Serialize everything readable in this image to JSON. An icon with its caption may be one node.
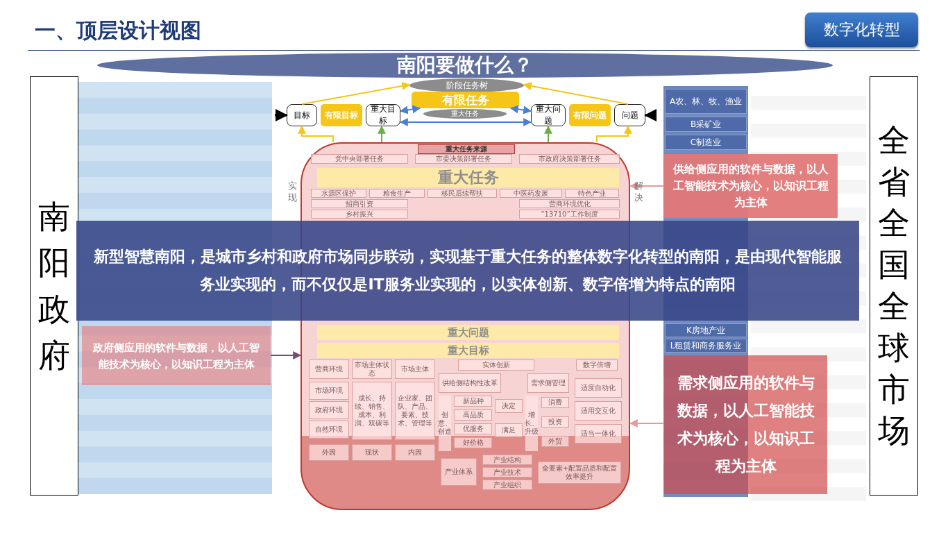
{
  "diagram": {
    "title": "一、顶层设计视图",
    "nodes": [
      {
        "text": [
          "数字化转型"
        ]
      },
      {
        "text": [
          "南阳要做什么？"
        ]
      },
      {
        "text": [
          "南阳政府"
        ]
      },
      {
        "text": [
          "阶段任务树"
        ]
      },
      {
        "text": [
          "有限任务"
        ]
      },
      {
        "text": [
          "重大任务"
        ]
      },
      {
        "text": [
          "目标"
        ]
      },
      {
        "text": [
          "有限目标"
        ]
      },
      {
        "text": [
          "重大目标"
        ]
      },
      {
        "text": [
          "重大问题"
        ]
      },
      {
        "text": [
          "有限问题"
        ]
      },
      {
        "text": [
          "问题"
        ]
      },
      {
        "text": [],
        "shape": "box"
      },
      {
        "text": [
          "重大任务来源"
        ],
        "in": 12
      },
      {
        "text": [
          "重大任务"
        ],
        "in": 12
      },
      {
        "text": [
          "重大问题"
        ],
        "in": 12
      },
      {
        "text": [
          "重大目标"
        ],
        "in": 12
      },
      {
        "text": [
          "供给侧应用的软件与数据，以人工智能技术为核心，以知识工程为主体"
        ]
      },
      {
        "text": [
          "新型智慧南阳，是城市乡村和政府市场同步联动，实现基于重大任务的整体数字化转型的南阳，是由现代智能服务业实现的，而不仅仅是IT服务业实现的，以实体创新、数字倍增为特点的南阳"
        ]
      },
      {
        "text": [
          "政府侧应用的软件与数据，以人工智能技术为核心，以知识工程为主体"
        ]
      },
      {
        "text": [
          "需求侧应用的软件与数据，以人工智能技术为核心，以知识工程为主体"
        ]
      },
      {
        "text": [
          "全省全国全球市场"
        ]
      }
    ],
    "edges": [
      {
        "from": 19,
        "to": 12,
        "arrow": "to",
        "color": "#7a4a78"
      },
      {
        "from": 17,
        "to": 12,
        "arrow": "to",
        "color": "#e89a9a"
      },
      {
        "from": 20,
        "to": 12,
        "arrow": "to",
        "color": "#e89a9a"
      },
      {
        "from": 6,
        "to": 3,
        "arrow": "to"
      },
      {
        "from": 11,
        "to": 3,
        "arrow": "to"
      },
      {
        "from": 8,
        "to": 4,
        "arrow": "both",
        "color": "#4a7fd4"
      },
      {
        "from": 9,
        "to": 4,
        "arrow": "both",
        "color": "#4a7fd4"
      },
      {
        "from": 8,
        "to": 9,
        "arrow": "both",
        "color": "#4a7fd4"
      },
      {
        "from": 12,
        "to": 8,
        "arrow": "to",
        "color": "#70ad47"
      },
      {
        "from": 12,
        "to": 9,
        "arrow": "to",
        "color": "#70ad47"
      },
      {
        "from": 12,
        "to": 6,
        "arrow": "to"
      },
      {
        "from": 12,
        "to": 11,
        "arrow": "to"
      },
      {
        "from": null,
        "to": 6,
        "arrow": "to",
        "color": "#000000"
      },
      {
        "from": null,
        "to": 11,
        "arrow": "to",
        "color": "#000000"
      }
    ],
    "labels": [
      "党中央部署任务",
      "市委决策部署任务",
      "市政府决策部署任务",
      "实现",
      "解决",
      "水源区保护",
      "粮食生产",
      "移民后续帮扶",
      "中医药发展",
      "特色产业",
      "招商引资",
      "营商环境优化",
      "乡村振兴",
      "“13710”工作制度",
      "营商环境",
      "市场主体状态",
      "市场主体",
      "实体创新",
      "数字倍增",
      "供给侧结构性改革",
      "需求侧管理",
      "市场环境",
      "成长、持续、销售、成本、利润、双碳等",
      "企业家、团队、产品、要素、技术、管理等",
      "政府环境",
      "自然环境",
      "创意、创造",
      "新品种",
      "高品质",
      "优服务",
      "好价格",
      "决定",
      "满足",
      "增长、升级",
      "消费",
      "投资",
      "外贸",
      "适度自动化",
      "适用交互化",
      "适当一体化",
      "外因",
      "现状",
      "内因",
      "产业体系",
      "产业结构",
      "产业技术",
      "产业组织",
      "全要素+配置品质和配置效率提升",
      "A农、林、牧、渔业",
      "B采矿业",
      "C制造业",
      "K房地产业",
      "L租赁和商务服务业"
    ]
  }
}
